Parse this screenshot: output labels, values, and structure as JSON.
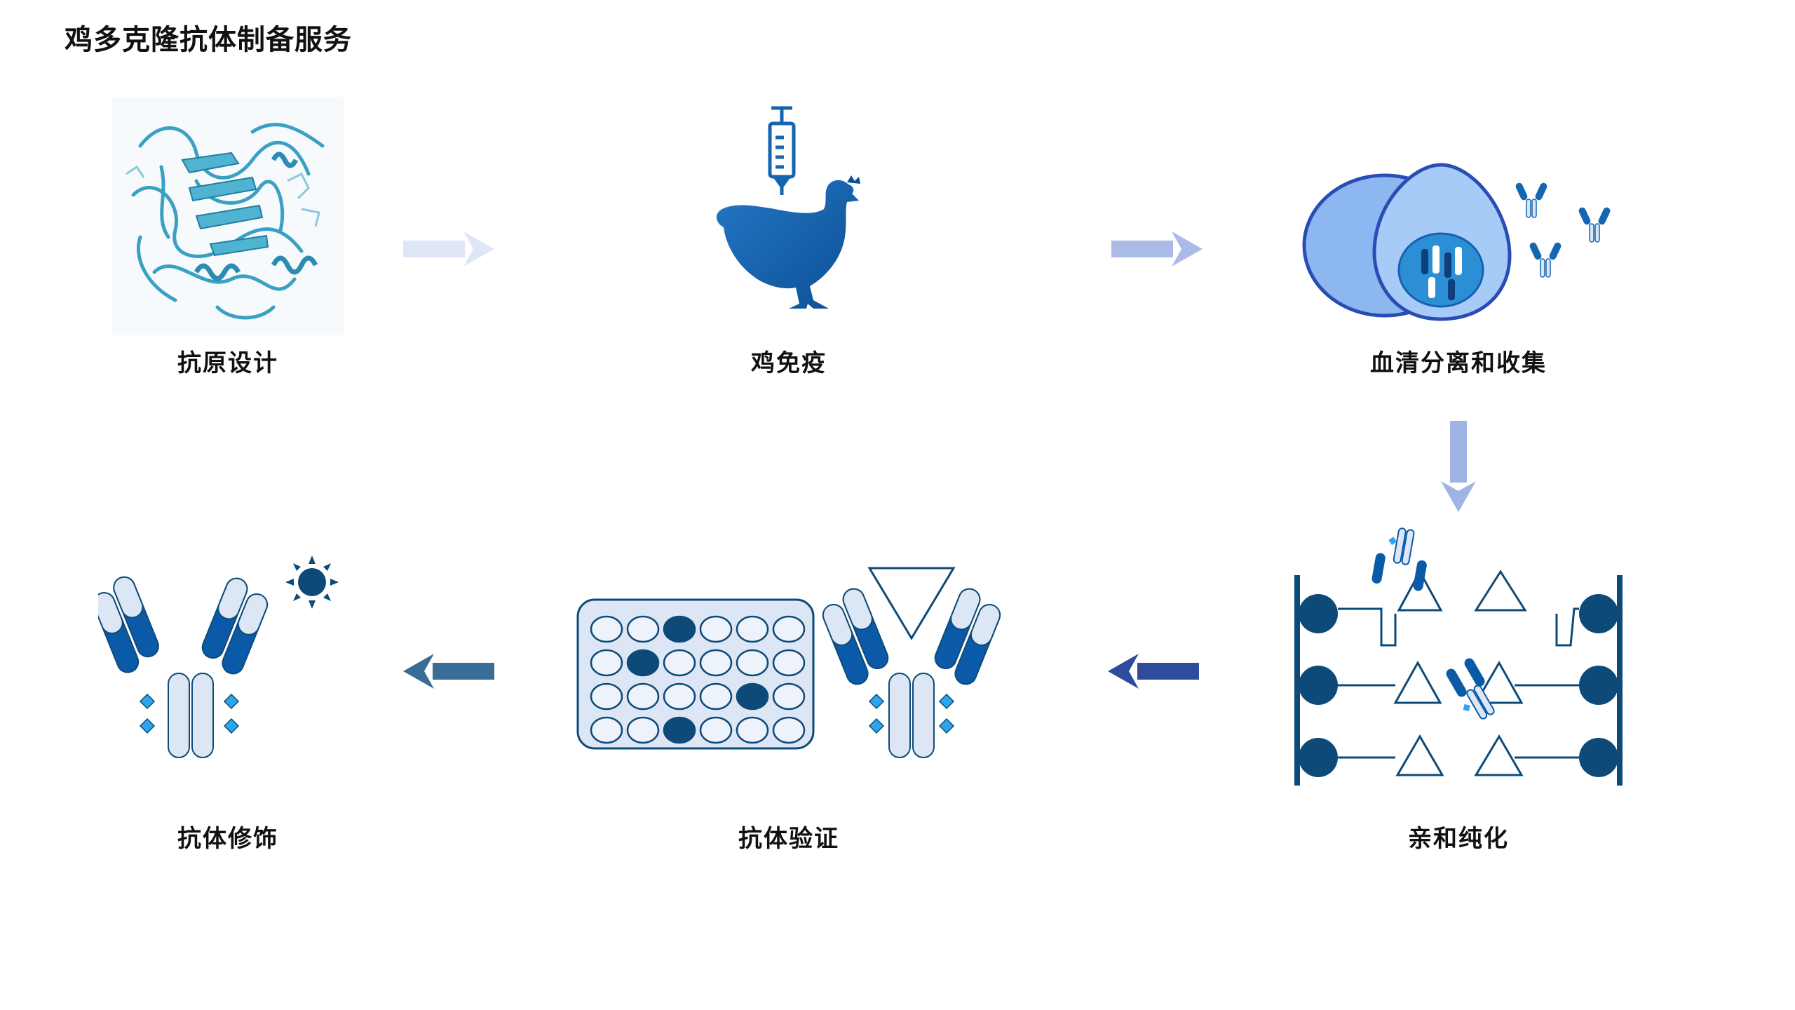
{
  "title": "鸡多克隆抗体制备服务",
  "steps": [
    {
      "label": "抗原设计",
      "icon": "protein-structure-icon"
    },
    {
      "label": "鸡免疫",
      "icon": "chicken-syringe-icon"
    },
    {
      "label": "血清分离和收集",
      "icon": "eggs-antibodies-icon"
    },
    {
      "label": "亲和纯化",
      "icon": "affinity-column-icon"
    },
    {
      "label": "抗体验证",
      "icon": "well-plate-antibody-icon"
    },
    {
      "label": "抗体修饰",
      "icon": "labeled-antibody-icon"
    }
  ],
  "colors": {
    "arrow_1": "#dfe6f7",
    "arrow_2": "#a9bbe6",
    "arrow_3": "#9fb4e4",
    "arrow_4": "#2f4c9c",
    "arrow_5": "#3a6d96",
    "protein": "#3aa1c2",
    "chicken": "#1566b0",
    "egg": "#9ec4f5",
    "dark_node": "#0d4a78",
    "antibody_dark": "#0a5aa8",
    "antibody_light": "#dce6f4"
  }
}
